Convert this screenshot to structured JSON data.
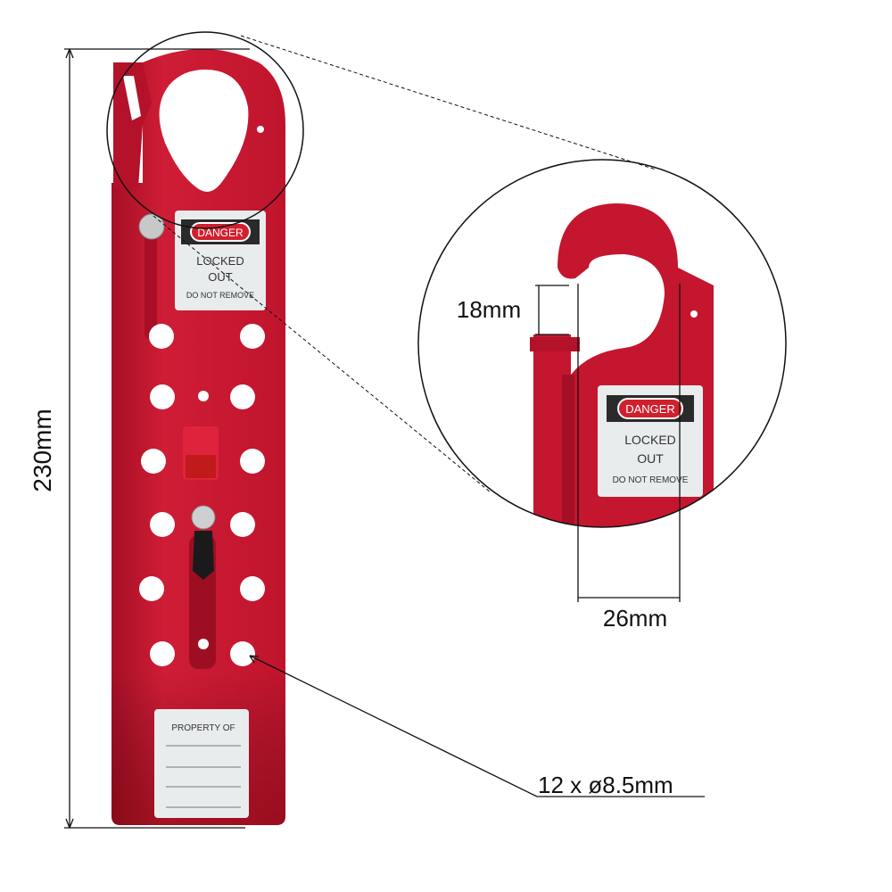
{
  "dimensions": {
    "height_label": "230mm",
    "hook_gap_label": "18mm",
    "hook_width_label": "26mm",
    "holes_label": "12 x ø8.5mm"
  },
  "tag": {
    "danger": "DANGER",
    "line1": "LOCKED",
    "line2": "OUT",
    "line3": "DO NOT REMOVE"
  },
  "property_tag": {
    "title": "PROPERTY OF"
  },
  "colors": {
    "body": "#c4162f",
    "body_dark": "#9e0e22",
    "danger": "#d0202e",
    "tag": "#e9ecec"
  }
}
